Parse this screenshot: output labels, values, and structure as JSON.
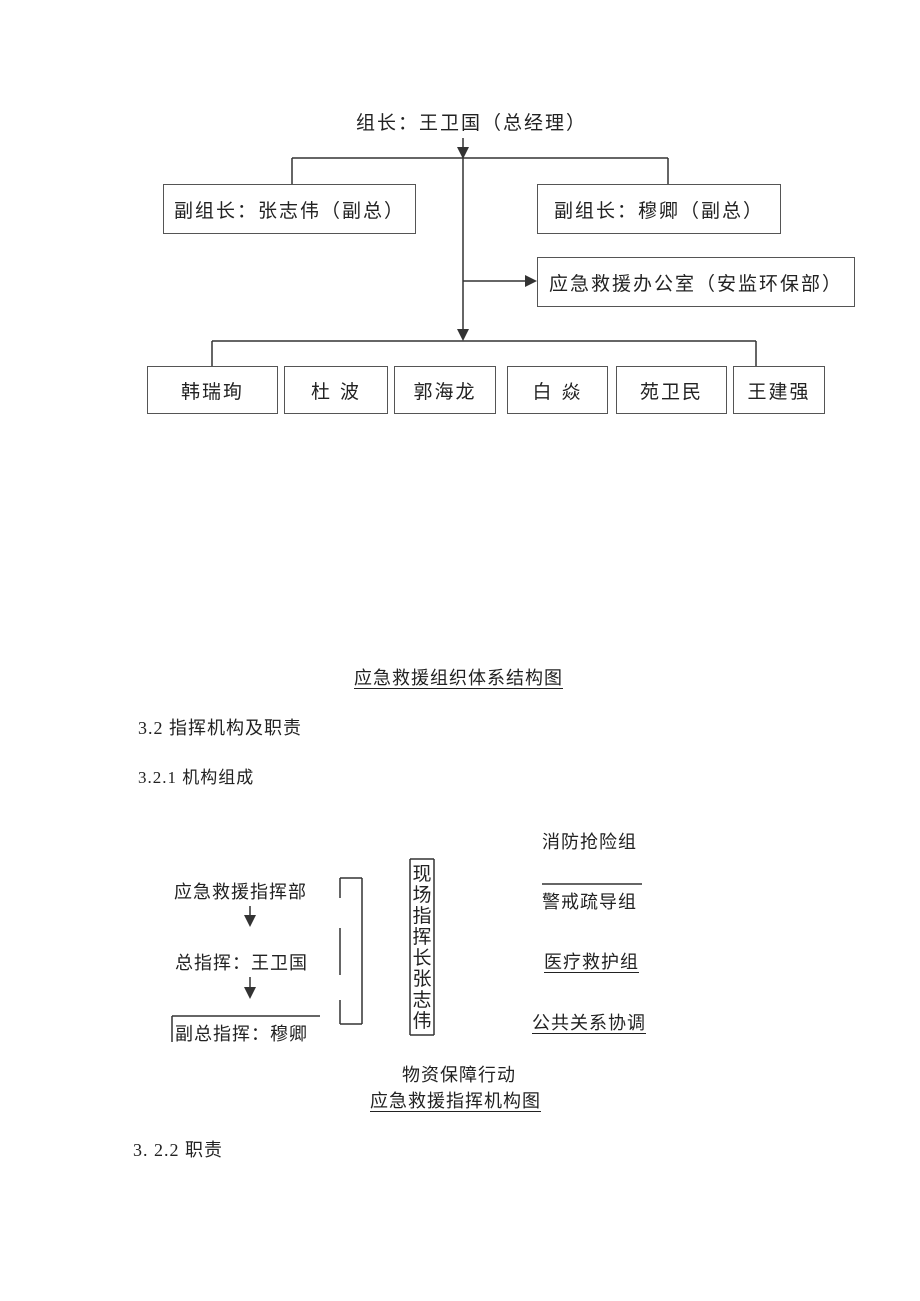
{
  "org_chart": {
    "leader": "组长：王卫国（总经理）",
    "deputy_left": "副组长：张志伟（副总）",
    "deputy_right": "副组长：穆卿（副总）",
    "office": "应急救援办公室（安监环保部）",
    "members": [
      "韩瑞珣",
      "杜  波",
      "郭海龙",
      "白  焱",
      "苑卫民",
      "王建强"
    ]
  },
  "caption1": "应急救援组织体系结构图",
  "section_3_2": "3.2 指挥机构及职责",
  "section_3_2_1": "3.2.1 机构组成",
  "command_chart": {
    "hq": "应急救援指挥部",
    "chief": "总指挥：王卫国",
    "deputy": "副总指挥：穆卿",
    "field_commander": "现场指挥长张志伟",
    "groups": [
      "消防抢险组",
      "警戒疏导组",
      "医疗救护组",
      "公共关系协调"
    ],
    "extra": "物资保障行动"
  },
  "caption2": "应急救援指挥机构图",
  "section_3_2_2": "3.  2.2 职责"
}
